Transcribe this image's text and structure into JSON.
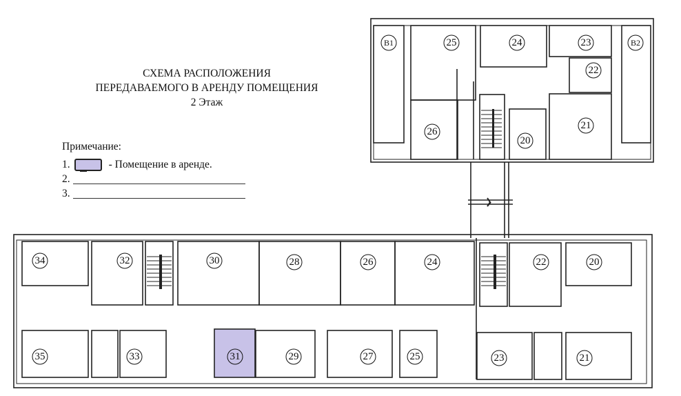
{
  "title": {
    "line1": "СХЕМА РАСПОЛОЖЕНИЯ",
    "line2": "ПЕРЕДАВАЕМОГО В АРЕНДУ ПОМЕЩЕНИЯ",
    "line3": "2  Этаж"
  },
  "note": {
    "heading": "Примечание:",
    "items": [
      {
        "num": "1.",
        "text": "-  Помещение в аренде."
      },
      {
        "num": "2.",
        "text": ""
      },
      {
        "num": "3.",
        "text": ""
      }
    ]
  },
  "colors": {
    "leased_room": "#c8c2e8",
    "walls": "#222222"
  },
  "upper_block": {
    "rooms": [
      "В1",
      "25",
      "24",
      "23",
      "В2",
      "22",
      "26",
      "20",
      "21"
    ]
  },
  "lower_block": {
    "top_rooms": [
      "34",
      "32",
      "30",
      "28",
      "26",
      "24",
      "22",
      "20"
    ],
    "bottom_rooms": [
      "35",
      "33",
      "31",
      "29",
      "27",
      "25",
      "23",
      "21"
    ],
    "leased_room": "31"
  }
}
